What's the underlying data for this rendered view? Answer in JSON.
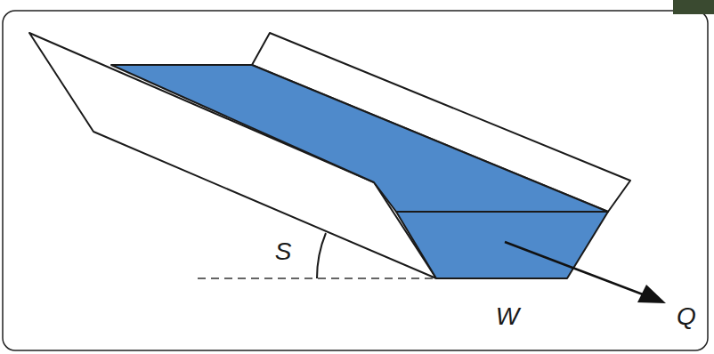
{
  "diagram": {
    "labels": [
      "S",
      "W",
      "Q"
    ]
  }
}
